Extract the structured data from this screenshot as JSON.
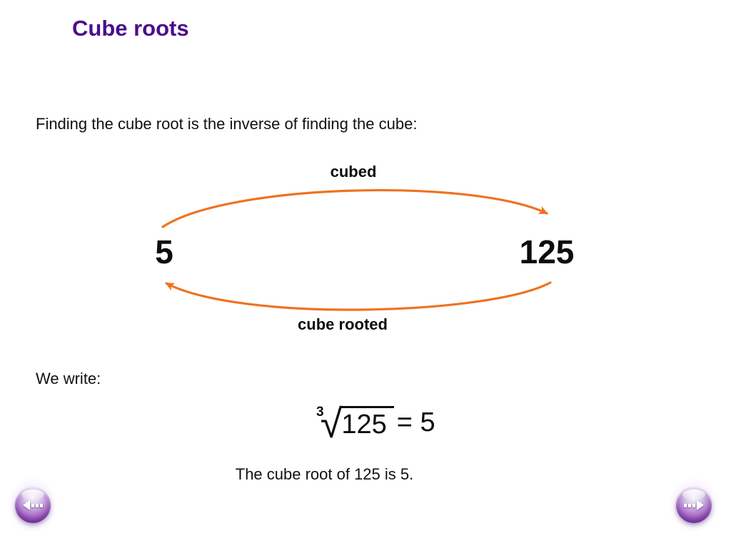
{
  "slide": {
    "title": "Cube roots",
    "intro": "Finding the cube root is the inverse of finding the cube:",
    "we_write": "We write:",
    "caption": "The cube root of 125 is 5.",
    "colors": {
      "title_purple": "#4B0E8C",
      "arrow_orange": "#ED7320",
      "body_text": "#111111"
    },
    "diagram": {
      "top_label": "cubed",
      "bottom_label": "cube rooted",
      "left_value": "5",
      "right_value": "125"
    },
    "equation": {
      "root_index": "3",
      "radical_sign": "√",
      "radicand": "125",
      "equals": "= 5"
    },
    "nav": {
      "back_icon": "back-orb-icon",
      "forward_icon": "forward-orb-icon"
    }
  }
}
